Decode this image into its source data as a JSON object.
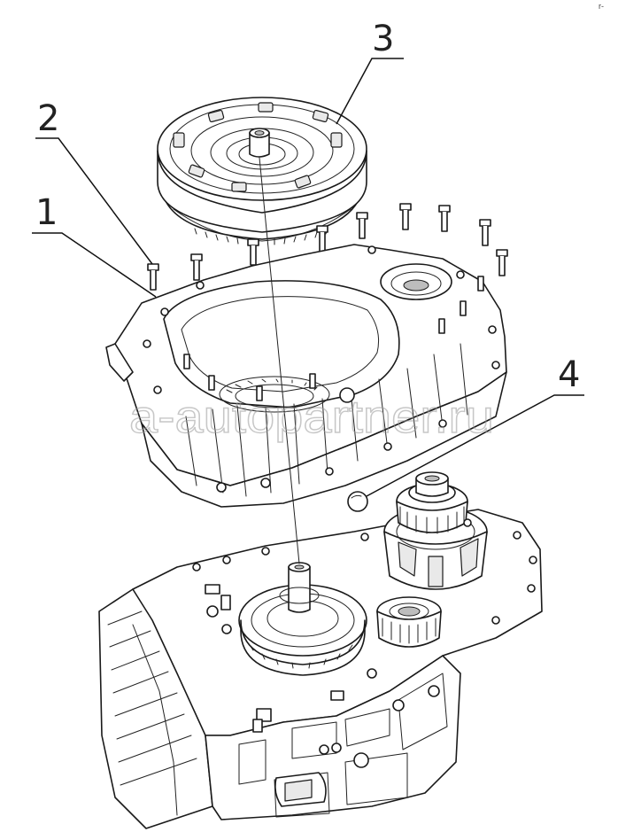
{
  "diagram": {
    "callouts": [
      {
        "id": "1",
        "label": "1"
      },
      {
        "id": "2",
        "label": "2"
      },
      {
        "id": "3",
        "label": "3"
      },
      {
        "id": "4",
        "label": "4"
      }
    ],
    "watermark": "a-autopartner.ru",
    "corner_mark": "r-"
  },
  "colors": {
    "line": "#1a1a1a",
    "background": "#ffffff",
    "watermark": "#9a9a9a"
  }
}
